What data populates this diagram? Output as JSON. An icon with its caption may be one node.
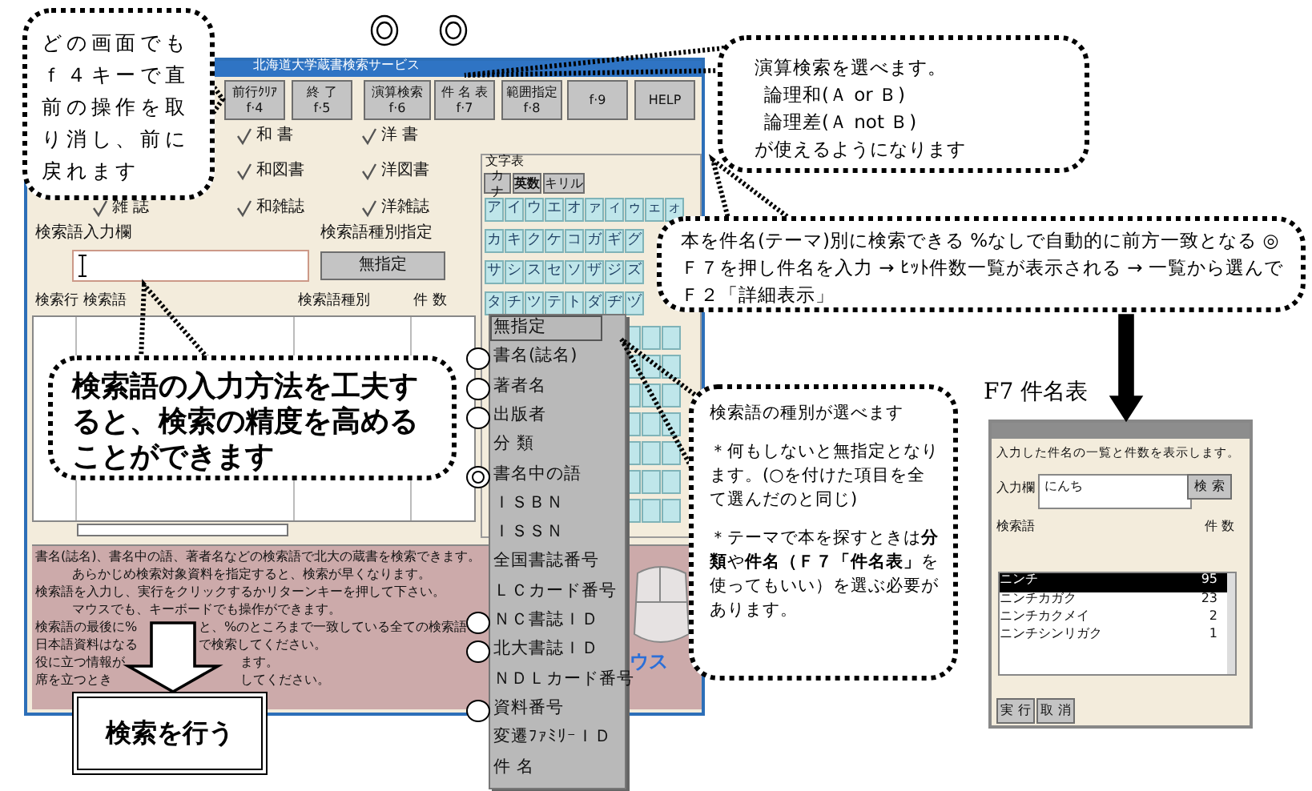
{
  "diagram": {
    "nodes": [
      {
        "text": [
          "どの画面でもｆ４キーで直前の操作を取り消し、前に戻れます"
        ]
      },
      {
        "text": [
          "演算検索を選べます。",
          "論理和(Ａ or Ｂ)",
          "論理差(Ａ not Ｂ)",
          "が使えるようになります"
        ]
      },
      {
        "text": [
          "本を件名(テーマ)別に検索できる %なしで自動的に前方一致となる ◎ Ｆ７を押し件名を入力 → ﾋｯﾄ件数一覧が表示される → 一覧から選んでＦ２「詳細表示」"
        ]
      },
      {
        "text": [
          "検索語の入力方法を工夫すると、検索の精度を高めることができます"
        ]
      },
      {
        "text": [
          "検索語の種別が選べます",
          "＊何もしないと無指定となります。(○を付けた項目を全て選んだのと同じ)",
          "＊テーマで本を探すときは**分類**や**件名（Ｆ７「件名表」**を使ってもいい）を選ぶ必要があります。"
        ]
      },
      {
        "text": [
          "検索を行う"
        ]
      },
      {
        "text": [
          "F7 件名表"
        ]
      }
    ],
    "edges": [
      {
        "from": 2,
        "to": 6,
        "arrow": "to",
        "style": "thick",
        "color": "#000000"
      },
      {
        "from": null,
        "to": 5,
        "arrow": "to",
        "style": "thick"
      }
    ],
    "labels": [
      "北海道大学蔵書検索サービス",
      "前行ｸﾘｱ f·4",
      "終 了 f·5",
      "演算検索 f·6",
      "件 名 表 f·7",
      "範囲指定 f·8",
      "f·9",
      "HELP",
      "和 書",
      "洋 書",
      "和図書",
      "洋図書",
      "雑 誌",
      "和雑誌",
      "洋雑誌",
      "文字表",
      "カナ",
      "英数",
      "キリル",
      "アイウエオァィゥェォ",
      "カキクケコガギグ",
      "サシスセソザジズ",
      "タチツテトダヂヅ",
      "検索語入力欄",
      "検索語種別指定",
      "無指定",
      "検索行",
      "検索語",
      "検索語種別",
      "件 数",
      "無指定",
      "書名(誌名)",
      "著者名",
      "出版者",
      "分 類",
      "書名中の語",
      "ＩＳＢＮ",
      "ＩＳＳＮ",
      "全国書誌番号",
      "ＬＣカード番号",
      "ＮＣ書誌ＩＤ",
      "北大書誌ＩＤ",
      "ＮＤＬカード番号",
      "資料番号",
      "変遷ﾌｧﾐﾘｰＩＤ",
      "件 名",
      "書名(誌名)、書名中の語、著者名などの検索語で北大の蔵書を検索できます。",
      "あらかじめ検索対象資料を指定すると、検索が早くなります。",
      "検索語を入力し、実行をクリックするかリターンキーを押して下さい。",
      "マウスでも、キーボードでも操作ができます。",
      "検索語の最後に%",
      "と、%のところまで一致している全ての検索語",
      "日本語資料はなる",
      "で検索してください。",
      "役に立つ情報が",
      "ます。",
      "席を立つとき",
      "してください。",
      "ウス",
      "入力した件名の一覧と件数を表示します。",
      "入力欄",
      "にんち",
      "検 索",
      "検索語",
      "件 数",
      "ニンチ",
      "95",
      "ニンチカガク",
      "23",
      "ニンチカクメイ",
      "2",
      "ニンチシンリガク",
      "1",
      "実 行",
      "取 消"
    ]
  }
}
